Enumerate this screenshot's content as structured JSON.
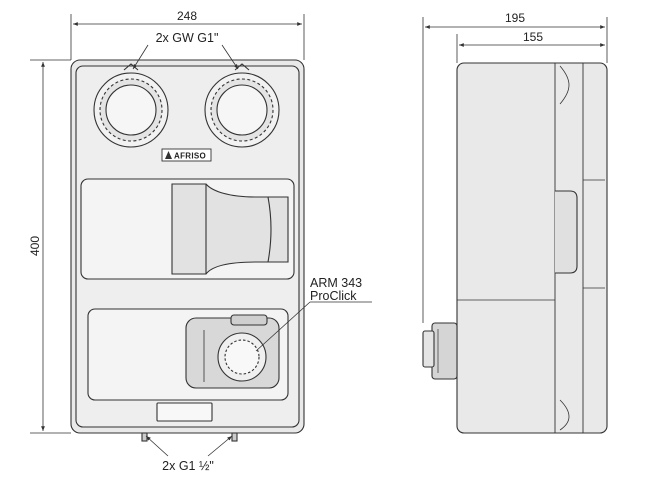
{
  "dimensions": {
    "front_width": "248",
    "front_height": "400",
    "side_total_depth": "195",
    "side_body_depth": "155"
  },
  "annotations": {
    "top_connection": "2x GW G1\"",
    "bottom_connection": "2x G1 ½\"",
    "actuator_line1": "ARM 343",
    "actuator_line2": "ProClick"
  },
  "brand": {
    "logo_text": "AFRISO"
  },
  "colors": {
    "line": "#333333",
    "housing_fill": "#e9e9e9",
    "panel_fill": "#f4f4f4",
    "accent_dark": "#555555"
  }
}
